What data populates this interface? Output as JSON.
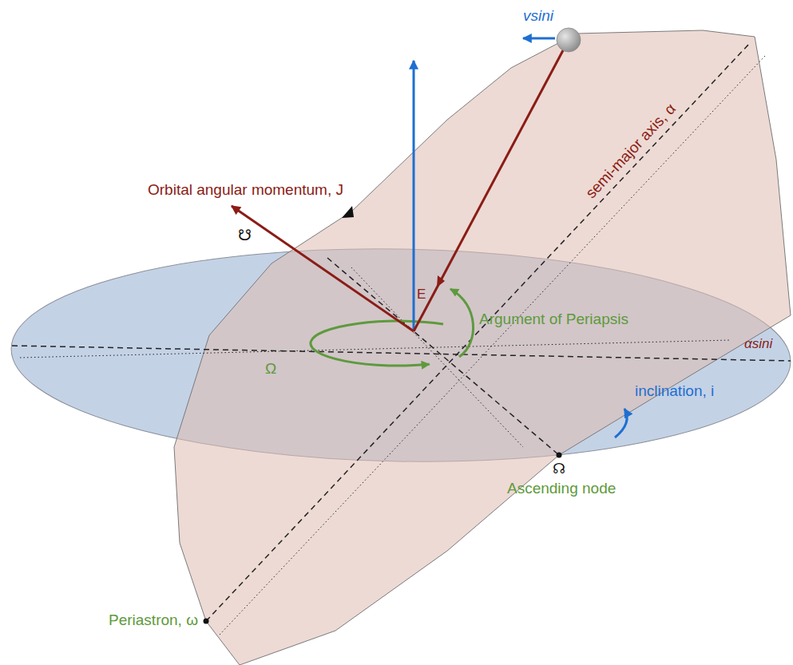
{
  "diagram": {
    "labels": [
      "vsini",
      "semi-major axis, α",
      "Orbital angular momentum, J",
      "☋",
      "E",
      "Argument of Periapsis",
      "αsini",
      "Ω",
      "inclination, i",
      "☊",
      "Ascending node",
      "Periastron, ω"
    ]
  }
}
